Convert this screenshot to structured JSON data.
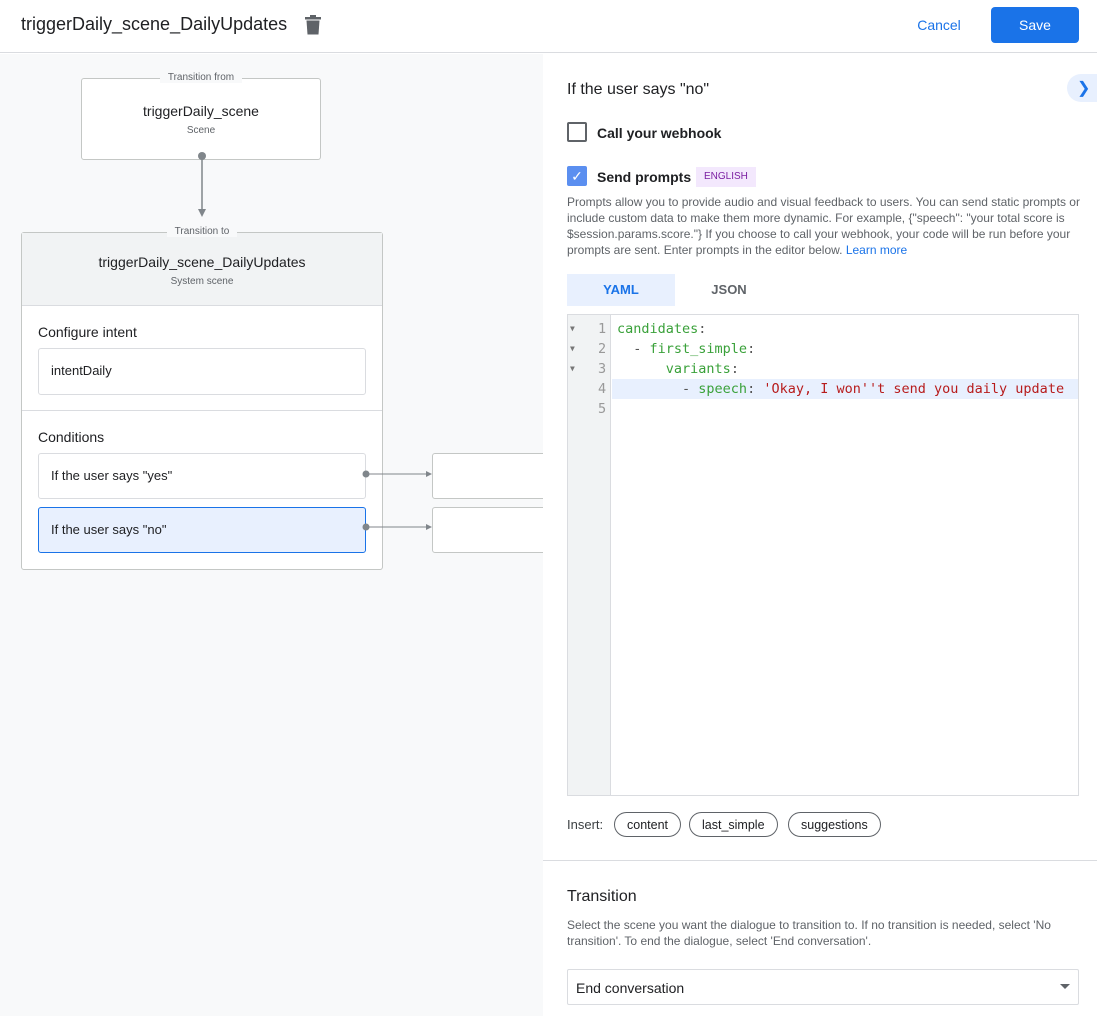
{
  "header": {
    "title": "triggerDaily_scene_DailyUpdates",
    "cancel": "Cancel",
    "save": "Save",
    "accent": "#1a73e8"
  },
  "canvas": {
    "from": {
      "legend": "Transition from",
      "name": "triggerDaily_scene",
      "type": "Scene"
    },
    "to": {
      "legend": "Transition to",
      "name": "triggerDaily_scene_DailyUpdates",
      "type": "System scene",
      "intent_label": "Configure intent",
      "intent": "intentDaily",
      "conditions_label": "Conditions",
      "conditions": [
        {
          "label": "If the user says \"yes\""
        },
        {
          "label": "If the user says \"no\"",
          "selected": true
        }
      ]
    }
  },
  "panel": {
    "heading": "If the user says \"no\"",
    "webhook": {
      "label": "Call your webhook",
      "checked": false
    },
    "prompts": {
      "label": "Send prompts",
      "checked": true,
      "badge": "ENGLISH",
      "description": "Prompts allow you to provide audio and visual feedback to users. You can send static prompts or include custom data to make them more dynamic. For example, {\"speech\": \"your total score is $session.params.score.\"} If you choose to call your webhook, your code will be run before your prompts are sent. Enter prompts in the editor below.",
      "learn_more": "Learn more"
    },
    "tabs": [
      {
        "label": "YAML",
        "active": true
      },
      {
        "label": "JSON",
        "active": false
      }
    ],
    "editor": {
      "line_numbers": [
        "1",
        "2",
        "3",
        "4",
        "5"
      ],
      "lines": [
        [
          "candidates",
          ":"
        ],
        [
          "- ",
          "first_simple",
          ":"
        ],
        [
          "variants",
          ":"
        ],
        [
          "- ",
          "speech",
          ": ",
          "'Okay, I won''t send you daily update"
        ]
      ]
    },
    "insert": {
      "label": "Insert:",
      "options": [
        "content",
        "last_simple",
        "suggestions"
      ]
    },
    "transition": {
      "heading": "Transition",
      "description": "Select the scene you want the dialogue to transition to. If no transition is needed, select 'No transition'. To end the dialogue, select 'End conversation'.",
      "selected": "End conversation"
    }
  }
}
